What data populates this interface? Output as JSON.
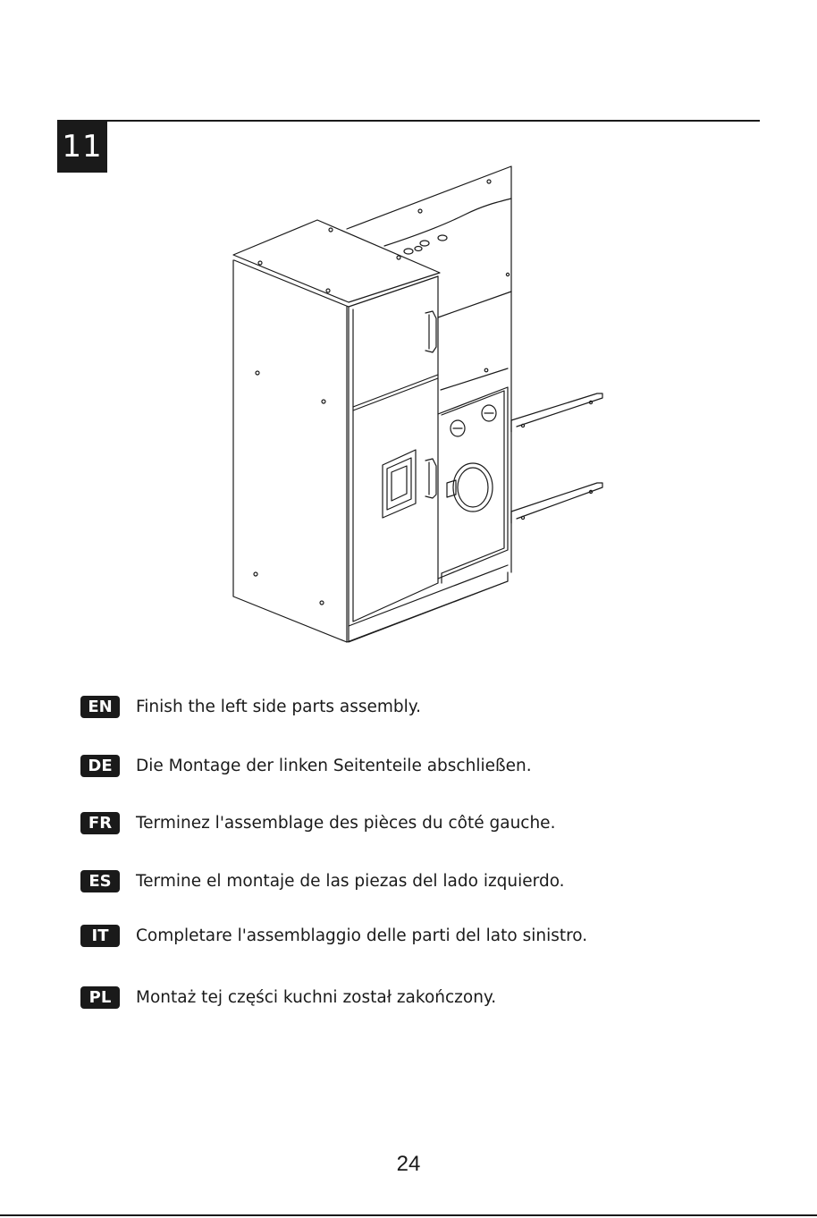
{
  "step": {
    "number": "11"
  },
  "instructions": [
    {
      "lang": "EN",
      "text": "Finish the left side parts assembly."
    },
    {
      "lang": "DE",
      "text": "Die Montage der linken Seitenteile abschließen."
    },
    {
      "lang": "FR",
      "text": "Terminez l'assemblage des pièces du côté gauche."
    },
    {
      "lang": "ES",
      "text": "Termine el montaje de las piezas del lado izquierdo."
    },
    {
      "lang": "IT",
      "text": "Completare l'assemblaggio delle parti del lato sinistro."
    },
    {
      "lang": "PL",
      "text": "Montaż tej części kuchni został zakończony."
    }
  ],
  "page": {
    "number": "24"
  },
  "colors": {
    "ink": "#1a1a1a",
    "paper": "#ffffff"
  }
}
